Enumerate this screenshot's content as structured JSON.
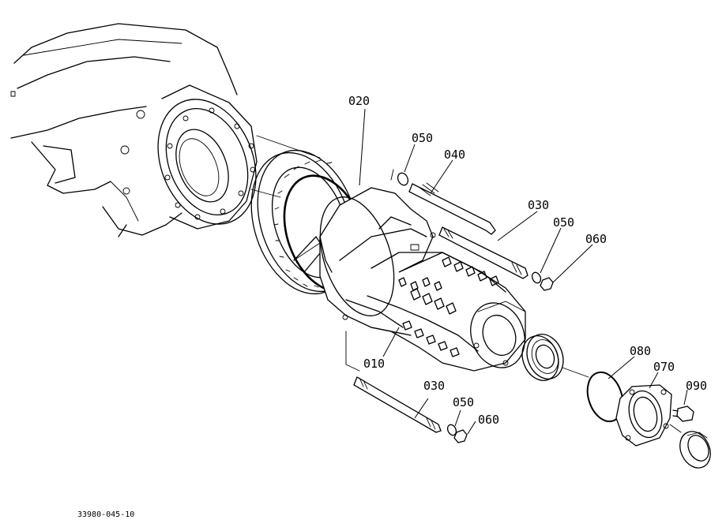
{
  "labels": {
    "p010": "010",
    "p020": "020",
    "p030a": "030",
    "p030b": "030",
    "p040": "040",
    "p050a": "050",
    "p050b": "050",
    "p050c": "050",
    "p060a": "060",
    "p060b": "060",
    "p070": "070",
    "p080": "080",
    "p090": "090"
  },
  "figure_code": "33980-045-10"
}
